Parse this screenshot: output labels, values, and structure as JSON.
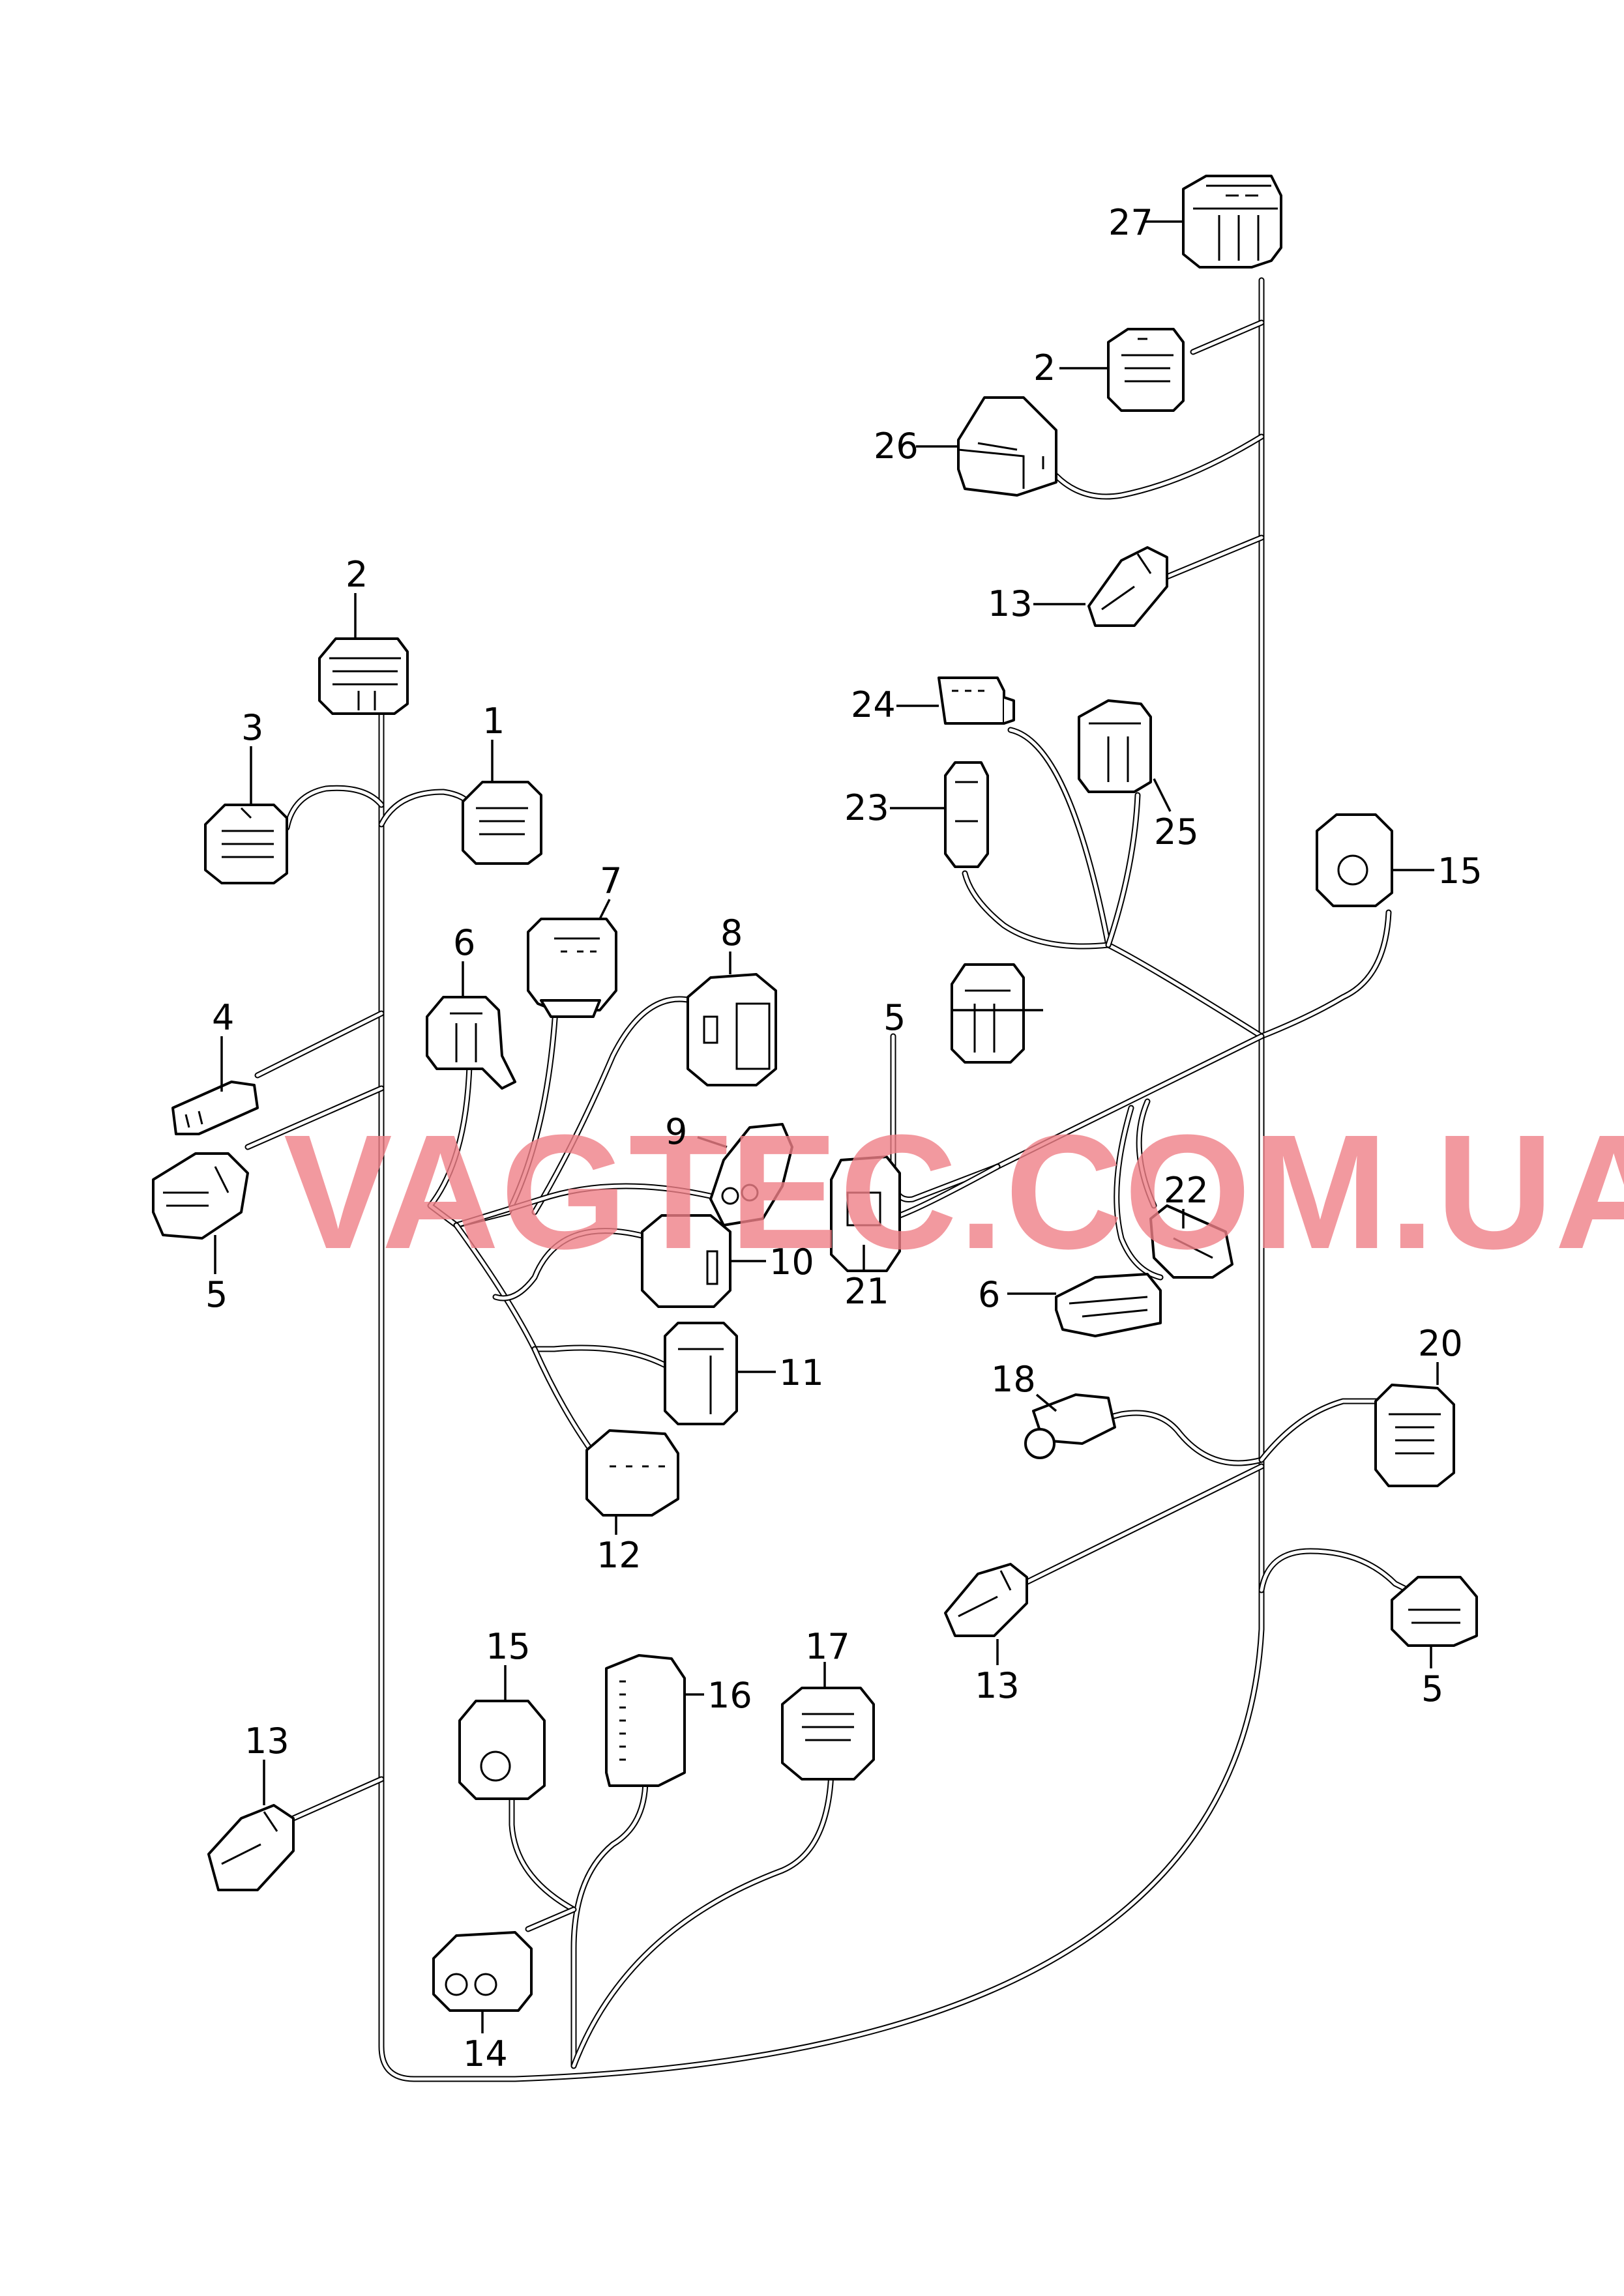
{
  "diagram": {
    "watermark": "VAGTEC.COM.UA",
    "callouts": [
      {
        "id": "c27",
        "text": "27"
      },
      {
        "id": "c2a",
        "text": "2"
      },
      {
        "id": "c26",
        "text": "26"
      },
      {
        "id": "c13a",
        "text": "13"
      },
      {
        "id": "c24",
        "text": "24"
      },
      {
        "id": "c23",
        "text": "23"
      },
      {
        "id": "c25",
        "text": "25"
      },
      {
        "id": "c15a",
        "text": "15"
      },
      {
        "id": "c2b",
        "text": "2"
      },
      {
        "id": "c3",
        "text": "3"
      },
      {
        "id": "c1",
        "text": "1"
      },
      {
        "id": "c7",
        "text": "7"
      },
      {
        "id": "c8",
        "text": "8"
      },
      {
        "id": "c6a",
        "text": "6"
      },
      {
        "id": "c4",
        "text": "4"
      },
      {
        "id": "c5a",
        "text": "5"
      },
      {
        "id": "c5b",
        "text": "5"
      },
      {
        "id": "c9",
        "text": "9"
      },
      {
        "id": "c10",
        "text": "10"
      },
      {
        "id": "c11",
        "text": "11"
      },
      {
        "id": "c12",
        "text": "12"
      },
      {
        "id": "c21",
        "text": "21"
      },
      {
        "id": "c22",
        "text": "22"
      },
      {
        "id": "c6b",
        "text": "6"
      },
      {
        "id": "c18",
        "text": "18"
      },
      {
        "id": "c20",
        "text": "20"
      },
      {
        "id": "c13b",
        "text": "13"
      },
      {
        "id": "c5c",
        "text": "5"
      },
      {
        "id": "c15b",
        "text": "15"
      },
      {
        "id": "c16",
        "text": "16"
      },
      {
        "id": "c17",
        "text": "17"
      },
      {
        "id": "c13c",
        "text": "13"
      },
      {
        "id": "c14",
        "text": "14"
      }
    ]
  }
}
